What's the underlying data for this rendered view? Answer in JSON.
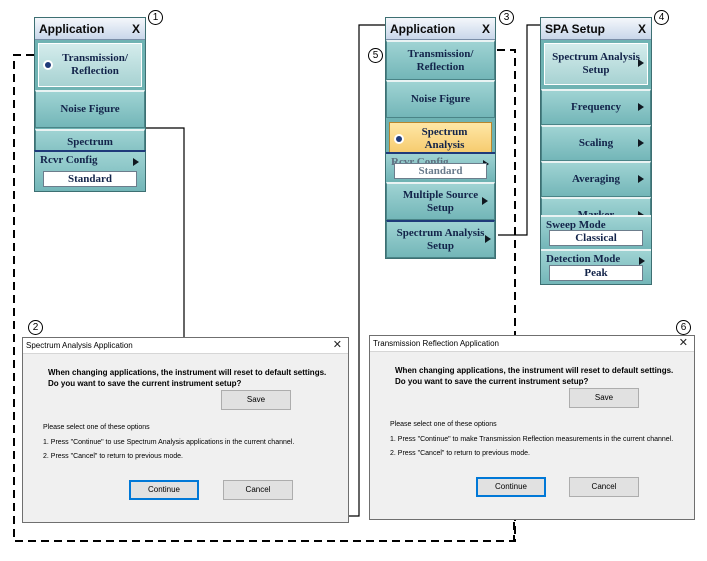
{
  "callouts": [
    "1",
    "2",
    "3",
    "4",
    "5",
    "6"
  ],
  "menu1": {
    "title": "Application",
    "close": "X",
    "keys": {
      "transmission": "Transmission/\nReflection",
      "noise": "Noise Figure",
      "spectrum": "Spectrum\nAnalysis"
    },
    "rcvr_label": "Rcvr Config",
    "rcvr_value": "Standard"
  },
  "menu3": {
    "title": "Application",
    "close": "X",
    "keys": {
      "transmission": "Transmission/\nReflection",
      "noise": "Noise Figure",
      "spectrum": "Spectrum\nAnalysis",
      "multiple": "Multiple Source\nSetup",
      "spa_setup": "Spectrum Analysis\nSetup"
    },
    "rcvr_label": "Rcvr Config",
    "rcvr_value": "Standard"
  },
  "menu4": {
    "title": "SPA Setup",
    "close": "X",
    "keys": {
      "spa_setup": "Spectrum Analysis\nSetup",
      "frequency": "Frequency",
      "scaling": "Scaling",
      "averaging": "Averaging",
      "marker": "Marker"
    },
    "sweep_label": "Sweep Mode",
    "sweep_value": "Classical",
    "detect_label": "Detection Mode",
    "detect_value": "Peak"
  },
  "dialog2": {
    "title": "Spectrum Analysis Application",
    "close": "✕",
    "q1": "When changing applications, the instrument will reset to default settings.",
    "q2": "Do you want to save the current instrument setup?",
    "save": "Save",
    "opt_head": "Please select one of these options",
    "opt1": "1. Press \"Continue\" to use Spectrum Analysis applications in the current channel.",
    "opt2": "2. Press \"Cancel\" to return to previous mode.",
    "continue": "Continue",
    "cancel": "Cancel"
  },
  "dialog6": {
    "title": "Transmission Reflection Application",
    "close": "✕",
    "q1": "When changing applications, the instrument will reset to default settings.",
    "q2": "Do you want to save the current instrument setup?",
    "save": "Save",
    "opt_head": "Please select one of these options",
    "opt1": "1. Press \"Continue\" to make Transmission Reflection  measurements in the current channel.",
    "opt2": "2. Press \"Cancel\" to return to previous mode.",
    "continue": "Continue",
    "cancel": "Cancel"
  },
  "colors": {
    "softkey": "#73b6b8",
    "selected": "#f5c96a",
    "dialog_bg": "#f0f0f0",
    "focus": "#0078d7"
  }
}
